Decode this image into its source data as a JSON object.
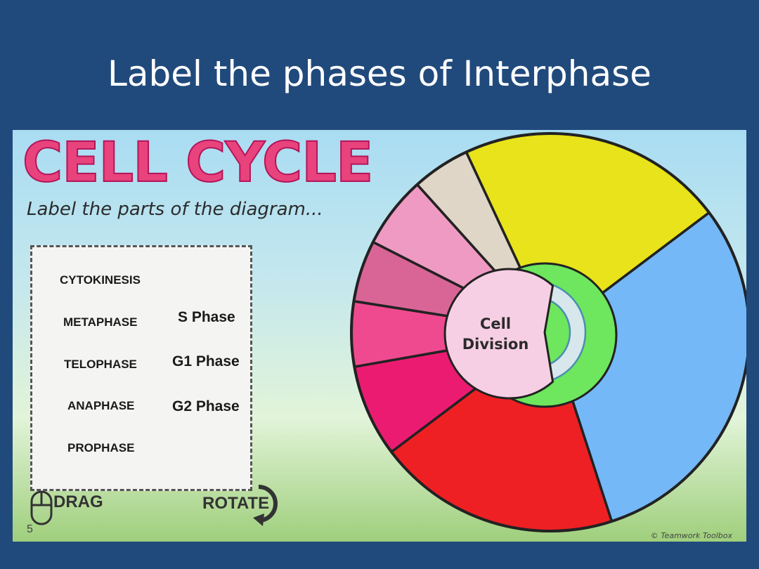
{
  "slide": {
    "title": "Label the phases of Interphase",
    "number": "5"
  },
  "worksheet": {
    "heading": "CELL CYCLE",
    "subtitle": "Label the parts of the diagram...",
    "labels_left": [
      "CYTOKINESIS",
      "METAPHASE",
      "TELOPHASE",
      "ANAPHASE",
      "PROPHASE"
    ],
    "labels_right": [
      "S Phase",
      "G1 Phase",
      "G2 Phase"
    ],
    "drag_label": "DRAG",
    "rotate_label": "ROTATE",
    "copyright": "© Teamwork Toolbox"
  },
  "diagram": {
    "center_label_line1": "Cell",
    "center_label_line2": "Division",
    "colors": {
      "yellow": "#e8e31a",
      "blue": "#74b8f7",
      "red": "#ee2024",
      "magenta": "#ec1b72",
      "pink1": "#ef4a8f",
      "pink2": "#d96597",
      "pink3": "#ef9ac2",
      "beige": "#e0d6c8",
      "green": "#6ee65d",
      "center": "#f7cfe4"
    }
  }
}
